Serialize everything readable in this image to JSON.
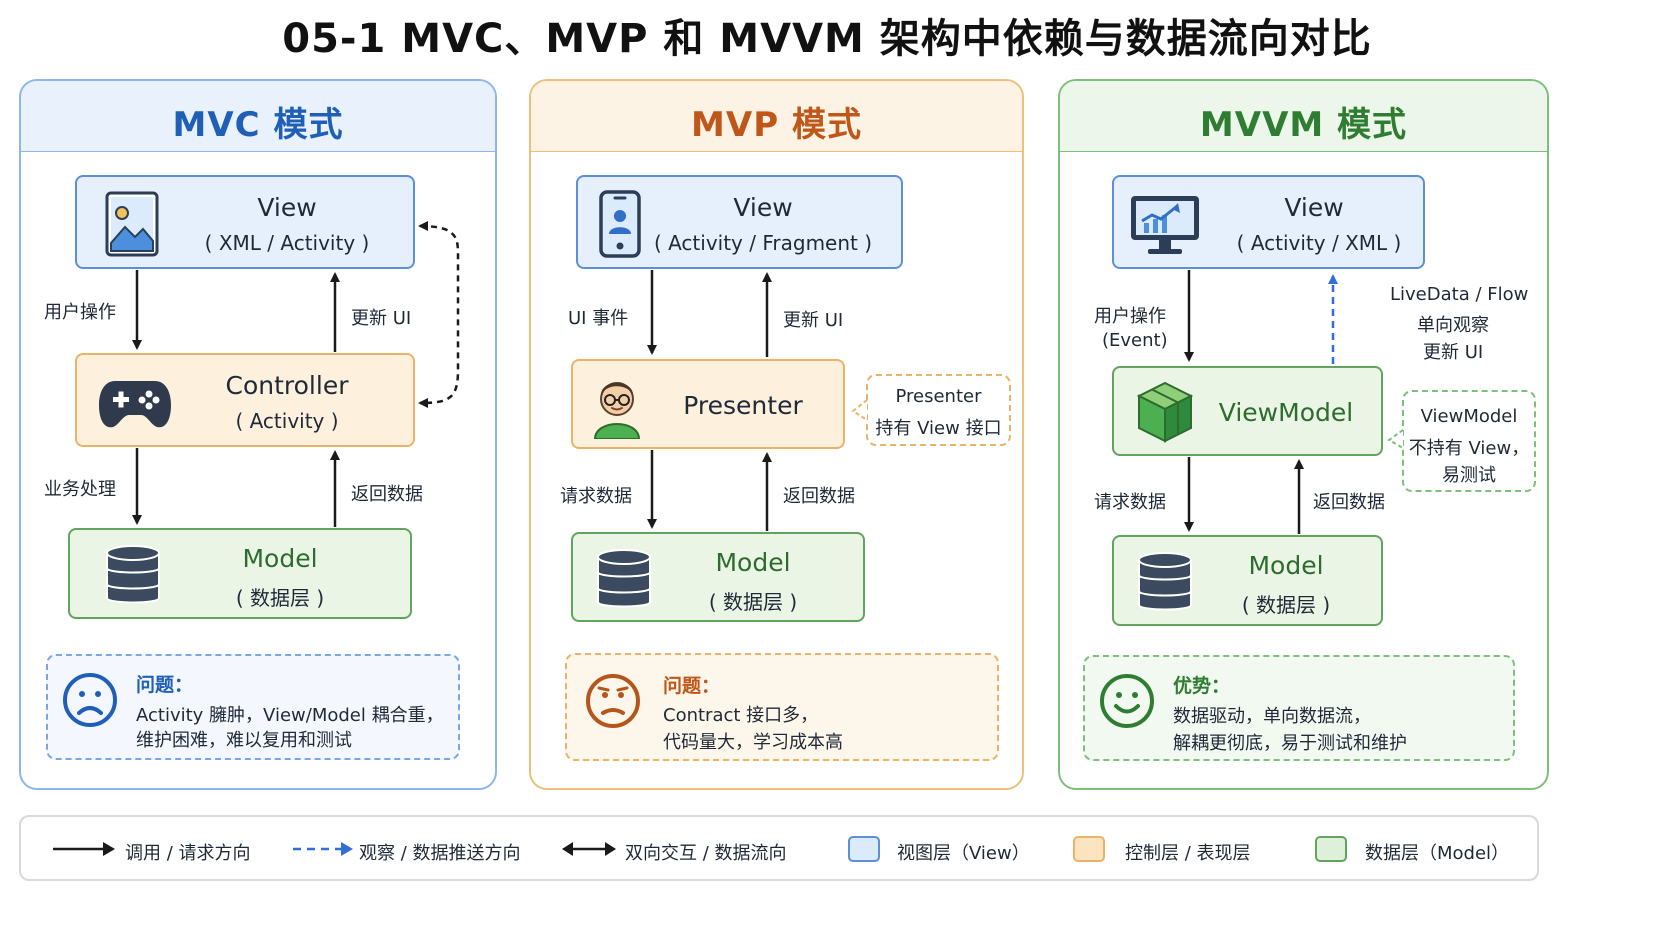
{
  "title": "05-1  MVC、MVP 和 MVVM 架构中依赖与数据流向对比",
  "colors": {
    "mvc": "#1f5fb8",
    "mvp": "#c0571a",
    "mvvm": "#2e7d32"
  },
  "mvc": {
    "title": "MVC 模式",
    "view": {
      "title": "View",
      "sub": "( XML / Activity )"
    },
    "controller": {
      "title": "Controller",
      "sub": "( Activity )"
    },
    "model": {
      "title": "Model",
      "sub": "( 数据层 )"
    },
    "labels": {
      "user_action": "用户操作",
      "update_ui": "更新 UI",
      "business": "业务处理",
      "return_data": "返回数据"
    },
    "note": {
      "title": "问题：",
      "line1": "Activity 臃肿，View/Model 耦合重，",
      "line2": "维护困难，难以复用和测试"
    }
  },
  "mvp": {
    "title": "MVP 模式",
    "view": {
      "title": "View",
      "sub": "( Activity / Fragment )"
    },
    "presenter": {
      "title": "Presenter"
    },
    "model": {
      "title": "Model",
      "sub": "( 数据层 )"
    },
    "labels": {
      "ui_event": "UI 事件",
      "update_ui": "更新 UI",
      "request_data": "请求数据",
      "return_data": "返回数据"
    },
    "callout": {
      "line1": "Presenter",
      "line2": "持有 View 接口"
    },
    "note": {
      "title": "问题：",
      "line1": "Contract 接口多，",
      "line2": "代码量大，学习成本高"
    }
  },
  "mvvm": {
    "title": "MVVM 模式",
    "view": {
      "title": "View",
      "sub": "( Activity / XML )"
    },
    "viewmodel": {
      "title": "ViewModel"
    },
    "model": {
      "title": "Model",
      "sub": "( 数据层 )"
    },
    "labels": {
      "user_action": "用户操作",
      "event": "(Event)",
      "livedata1": "LiveData / Flow",
      "livedata2": "单向观察",
      "livedata3": "更新 UI",
      "request_data": "请求数据",
      "return_data": "返回数据"
    },
    "callout": {
      "line1": "ViewModel",
      "line2": "不持有 View，",
      "line3": "易测试"
    },
    "note": {
      "title": "优势：",
      "line1": "数据驱动，单向数据流，",
      "line2": "解耦更彻底，易于测试和维护"
    }
  },
  "legend": {
    "call": "调用 / 请求方向",
    "observe": "观察 / 数据推送方向",
    "bidirectional": "双向交互 / 数据流向",
    "view_layer": "视图层（View）",
    "control_layer": "控制层 / 表现层",
    "data_layer": "数据层（Model）"
  }
}
